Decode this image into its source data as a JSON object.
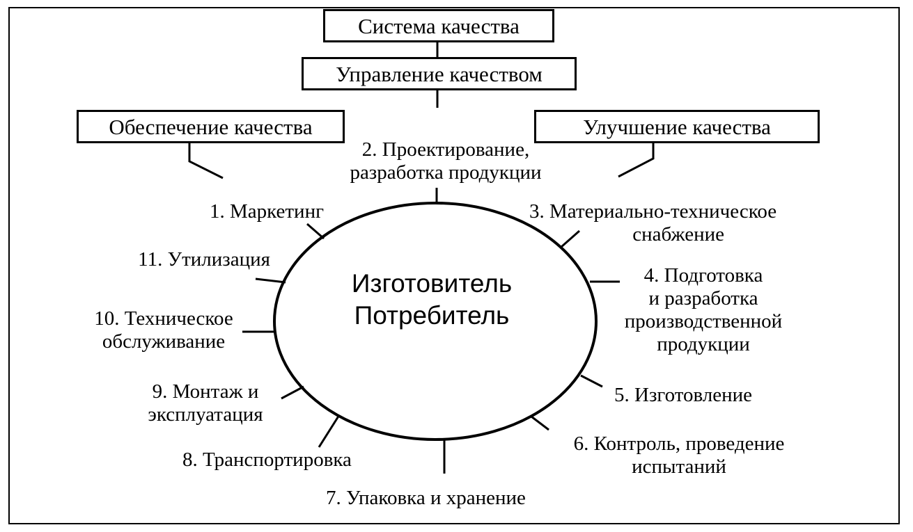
{
  "boxes": {
    "system": "Система качества",
    "management": "Управление качеством",
    "assurance": "Обеспечение качества",
    "improvement": "Улучшение качества"
  },
  "center": {
    "line1": "Изготовитель",
    "line2": "Потребитель"
  },
  "stages": {
    "s1": [
      "1. Маркетинг"
    ],
    "s2": [
      "2. Проектирование,",
      "разработка продукции"
    ],
    "s3": [
      "3. Материально-техническое",
      "снабжение"
    ],
    "s4": [
      "4. Подготовка",
      "и разработка",
      "производственной",
      "продукции"
    ],
    "s5": [
      "5. Изготовление"
    ],
    "s6": [
      "6. Контроль, проведение",
      "испытаний"
    ],
    "s7": [
      "7. Упаковка и хранение"
    ],
    "s8": [
      "8. Транспортировка"
    ],
    "s9": [
      "9. Монтаж и",
      "эксплуатация"
    ],
    "s10": [
      "10. Техническое",
      "обслуживание"
    ],
    "s11": [
      "11. Утилизация"
    ]
  }
}
